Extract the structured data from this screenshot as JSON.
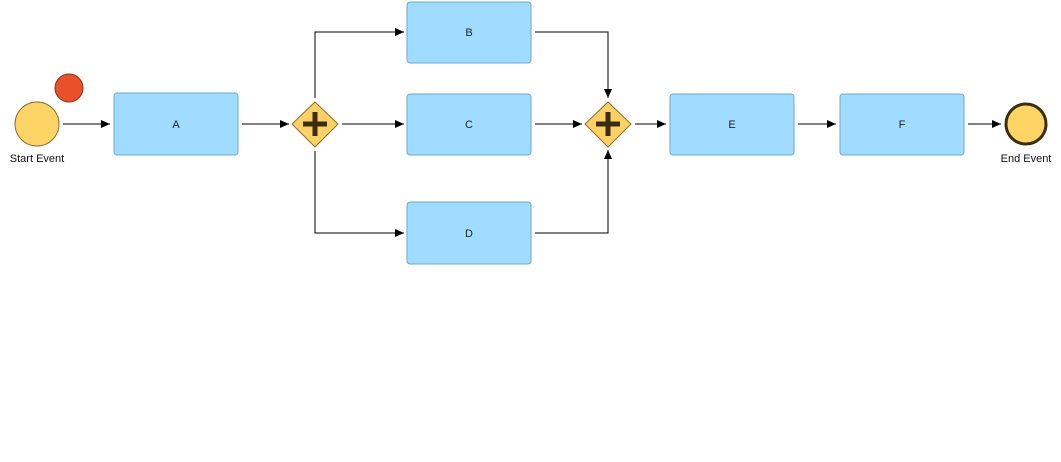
{
  "diagram": {
    "start_event": {
      "label": "Start Event"
    },
    "end_event": {
      "label": "End Event"
    },
    "tasks": {
      "a": "A",
      "b": "B",
      "c": "C",
      "d": "D",
      "e": "E",
      "f": "F"
    },
    "gateways": {
      "split": "parallel",
      "join": "parallel"
    },
    "colors": {
      "task_fill": "#a0dcff",
      "event_fill": "#ffd466",
      "gateway_fill": "#ffd066",
      "marker": "#e8512a"
    },
    "icons": {
      "gateway_marker": "plus-icon",
      "marker_dot": "red-circle-icon"
    }
  }
}
